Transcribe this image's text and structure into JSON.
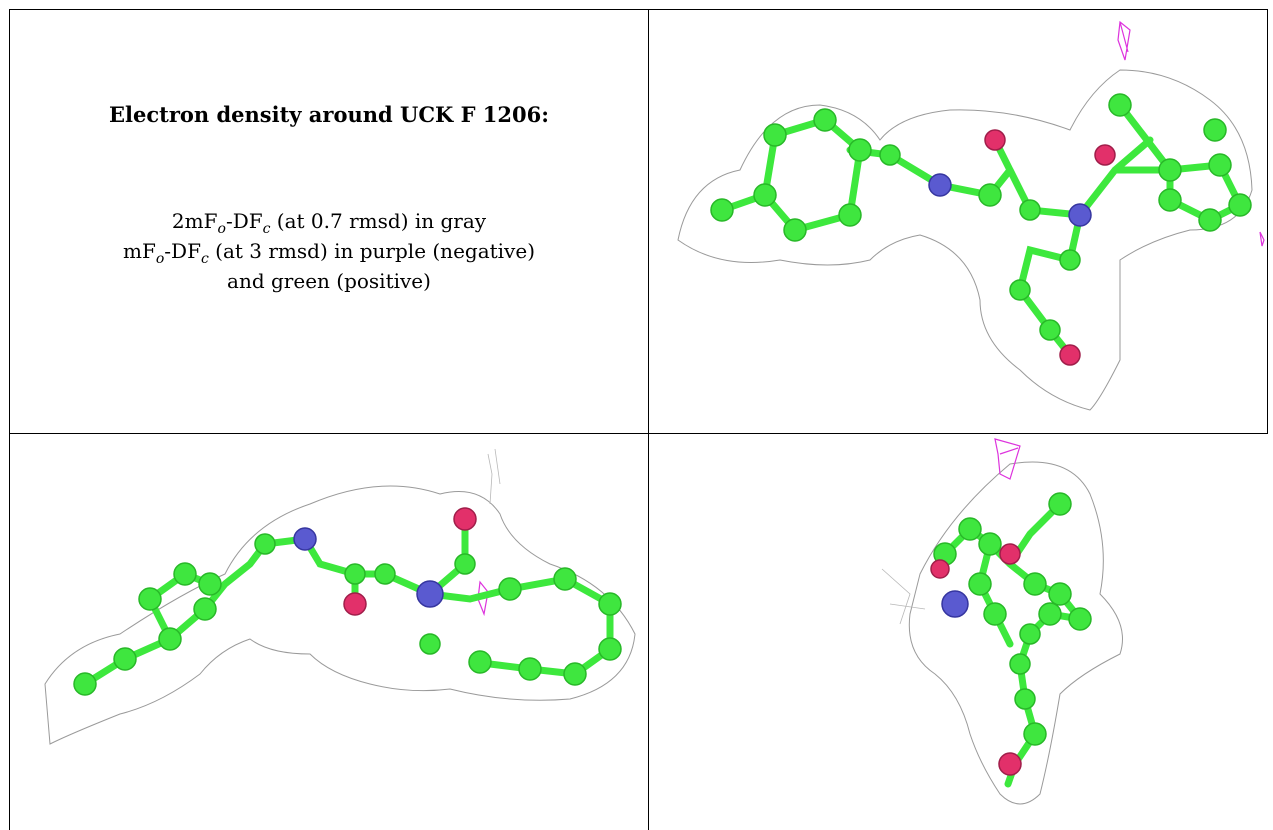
{
  "title": "Electron density around UCK F 1206:",
  "legend": {
    "line1_prefix": "2mF",
    "line1_o": "o",
    "line1_mid": "-DF",
    "line1_c": "c",
    "line1_suffix": " (at 0.7 rmsd) in gray",
    "line2_prefix": "mF",
    "line2_o": "o",
    "line2_mid": "-DF",
    "line2_c": "c",
    "line2_suffix": " (at 3 rmsd) in purple (negative)",
    "line3": "and green (positive)"
  },
  "colors": {
    "density_2fofc": "#9a9a9a",
    "density_negative": "#dd33dd",
    "carbon": "#3fe63f",
    "nitrogen": "#5a5ad0",
    "oxygen": "#e2306a"
  }
}
